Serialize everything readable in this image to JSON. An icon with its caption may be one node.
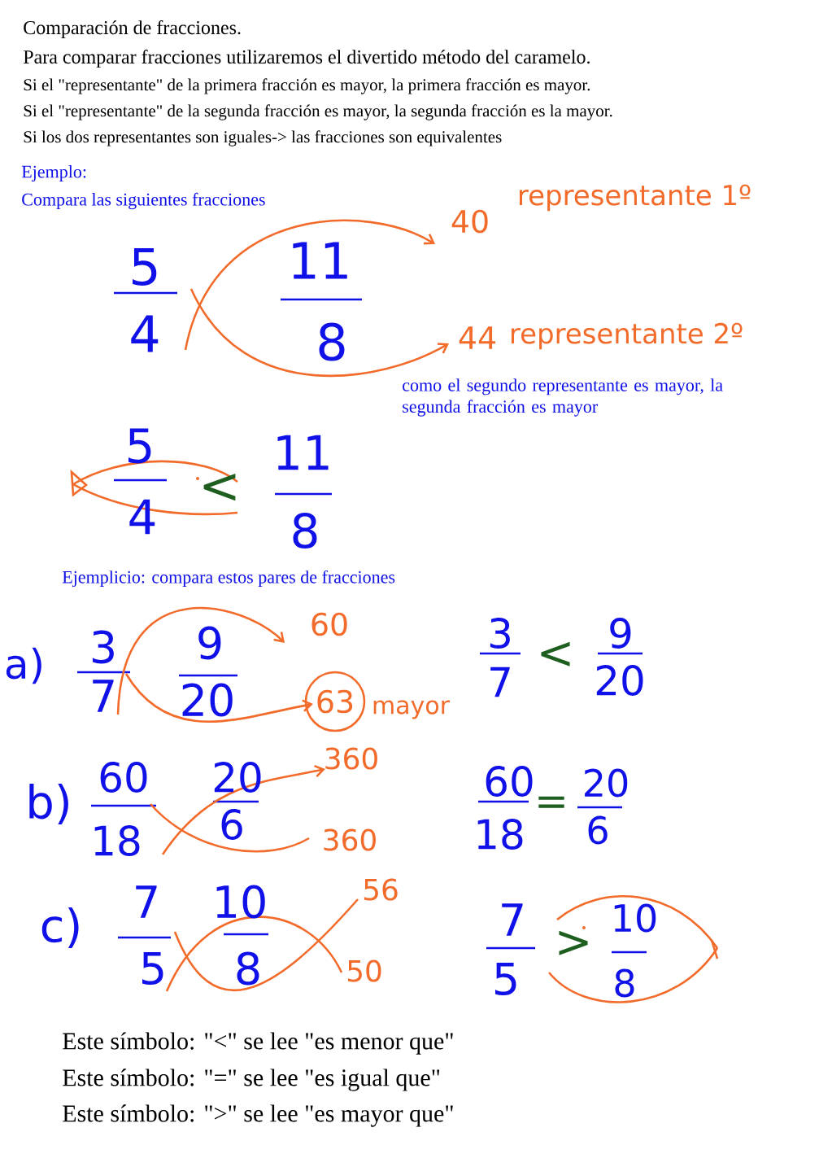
{
  "diagram": {
    "title": "Comparación de fracciones.",
    "labels": [
      "Para comparar fracciones utilizaremos el divertido método del caramelo.",
      "Si el \"representante\" de la primera fracción es mayor, la primera fracción es mayor.",
      "Si el \"representante\" de la segunda fracción es mayor, la segunda fracción es la mayor.",
      "Si los dos representantes son iguales-> las fracciones son equivalentes",
      "Ejemplo:",
      "Compara las siguientes fracciones",
      "5",
      "4",
      "11",
      "8",
      "40",
      "representante 1º",
      "44",
      "representante 2º",
      "como el segundo representante es mayor, la segunda fracción es mayor",
      "5",
      "4",
      "<",
      "11",
      "8",
      "Ejemplicio: compara estos pares de fracciones",
      "a)",
      "3",
      "7",
      "9",
      "20",
      "60",
      "63",
      "mayor",
      "3",
      "7",
      "<",
      "9",
      "20",
      "b)",
      "60",
      "18",
      "20",
      "6",
      "360",
      "360",
      "60",
      "18",
      "=",
      "20",
      "6",
      "c)",
      "7",
      "5",
      "10",
      "8",
      "56",
      "50",
      "7",
      "5",
      ">",
      "10",
      "8",
      "Este símbolo: \"<\" se lee \"es menor que\"",
      "Este símbolo: \"=\" se lee \"es igual que\"",
      "Este símbolo: \">\" se lee \"es mayor que\""
    ]
  }
}
